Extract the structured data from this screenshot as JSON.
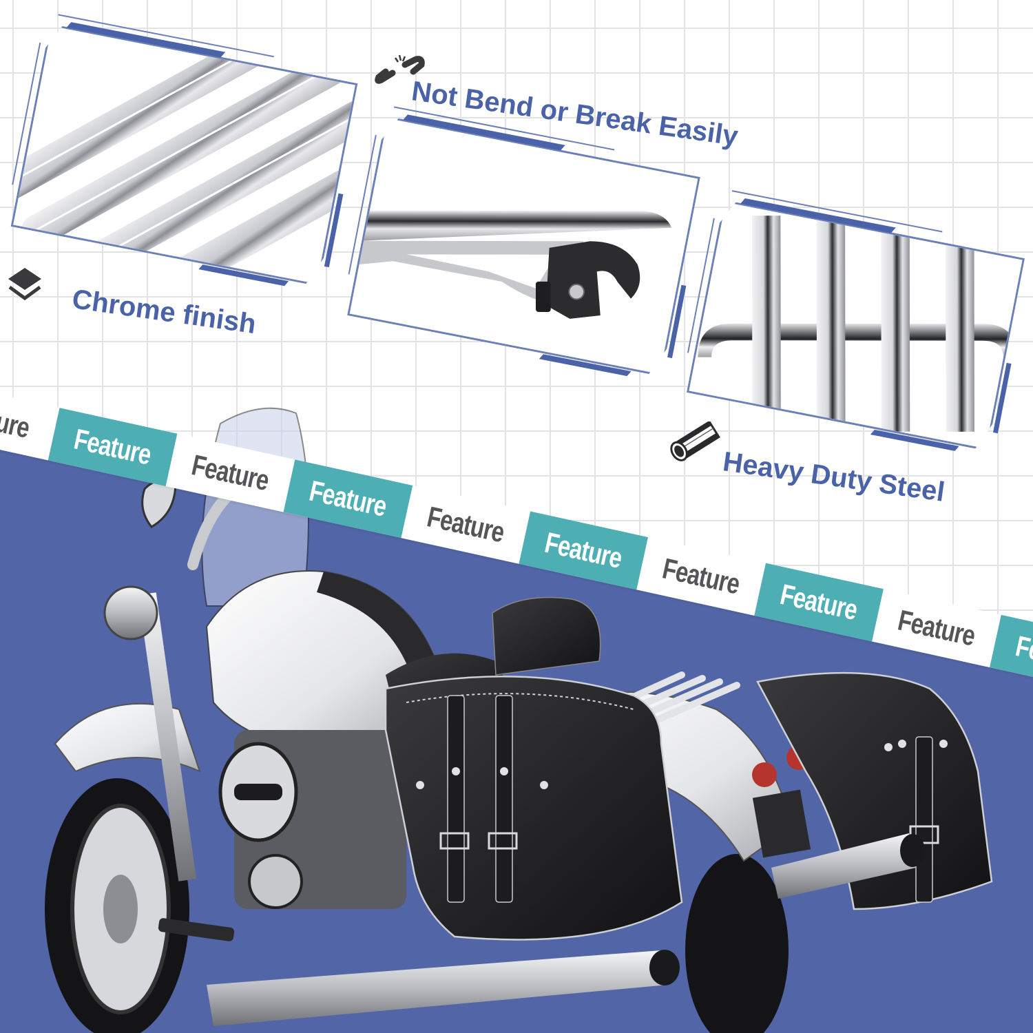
{
  "colors": {
    "background": "#ffffff",
    "grid_line": "#e3e3e6",
    "accent_blue": "#4a62a8",
    "lower_panel_blue": "#5265a6",
    "ribbon_teal": "#4daeb4",
    "ribbon_text_gray": "#555557",
    "icon_dark": "#3a3a3c"
  },
  "features": [
    {
      "label": "Chrome finish",
      "icon": "layers-icon",
      "image": "chrome-rack-bars-closeup"
    },
    {
      "label": "Not Bend or Break Easily",
      "icon": "broken-link-icon",
      "image": "rack-mount-latch-closeup"
    },
    {
      "label": "Heavy Duty Steel",
      "icon": "steel-tube-icon",
      "image": "rack-vertical-bars-closeup"
    }
  ],
  "ribbon": {
    "segments": [
      {
        "text": "ature",
        "style": "white"
      },
      {
        "text": "Feature",
        "style": "teal"
      },
      {
        "text": "Feature",
        "style": "white"
      },
      {
        "text": "Feature",
        "style": "teal"
      },
      {
        "text": "Feature",
        "style": "white"
      },
      {
        "text": "Feature",
        "style": "teal"
      },
      {
        "text": "Feature",
        "style": "white"
      },
      {
        "text": "Feature",
        "style": "teal"
      },
      {
        "text": "Feature",
        "style": "white"
      },
      {
        "text": "Feature",
        "style": "teal"
      }
    ]
  },
  "hero": {
    "subject": "touring motorcycle with chrome luggage rack and black leather saddlebags"
  }
}
